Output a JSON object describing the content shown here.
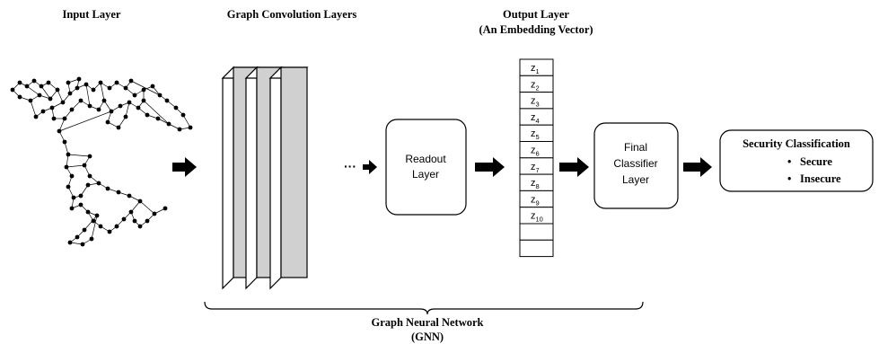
{
  "labels": {
    "input_layer": "Input Layer",
    "graph_conv_layers": "Graph Convolution Layers",
    "output_layer_line1": "Output Layer",
    "output_layer_line2": "(An Embedding Vector)",
    "ellipsis": "···",
    "readout_line1": "Readout",
    "readout_line2": "Layer",
    "final_line1": "Final",
    "final_line2": "Classifier",
    "final_line3": "Layer",
    "security_title": "Security Classification",
    "security_items": [
      "Secure",
      "Insecure"
    ],
    "gnn_line1": "Graph Neural Network",
    "gnn_line2": "(GNN)"
  },
  "embedding": [
    {
      "base": "z",
      "sub": "1"
    },
    {
      "base": "z",
      "sub": "2"
    },
    {
      "base": "z",
      "sub": "3"
    },
    {
      "base": "z",
      "sub": "4"
    },
    {
      "base": "z",
      "sub": "5"
    },
    {
      "base": "z",
      "sub": "6"
    },
    {
      "base": "z",
      "sub": "7"
    },
    {
      "base": "z",
      "sub": "8"
    },
    {
      "base": "z",
      "sub": "9"
    },
    {
      "base": "z",
      "sub": "10"
    }
  ],
  "colors": {
    "stroke": "#000000",
    "layer_side": "#d0d0d0",
    "layer_front": "#ffffff",
    "background": "#ffffff"
  },
  "icons": {
    "arrow": "right-arrow-icon",
    "graph": "network-graph-icon",
    "bullet": "bullet-icon"
  }
}
